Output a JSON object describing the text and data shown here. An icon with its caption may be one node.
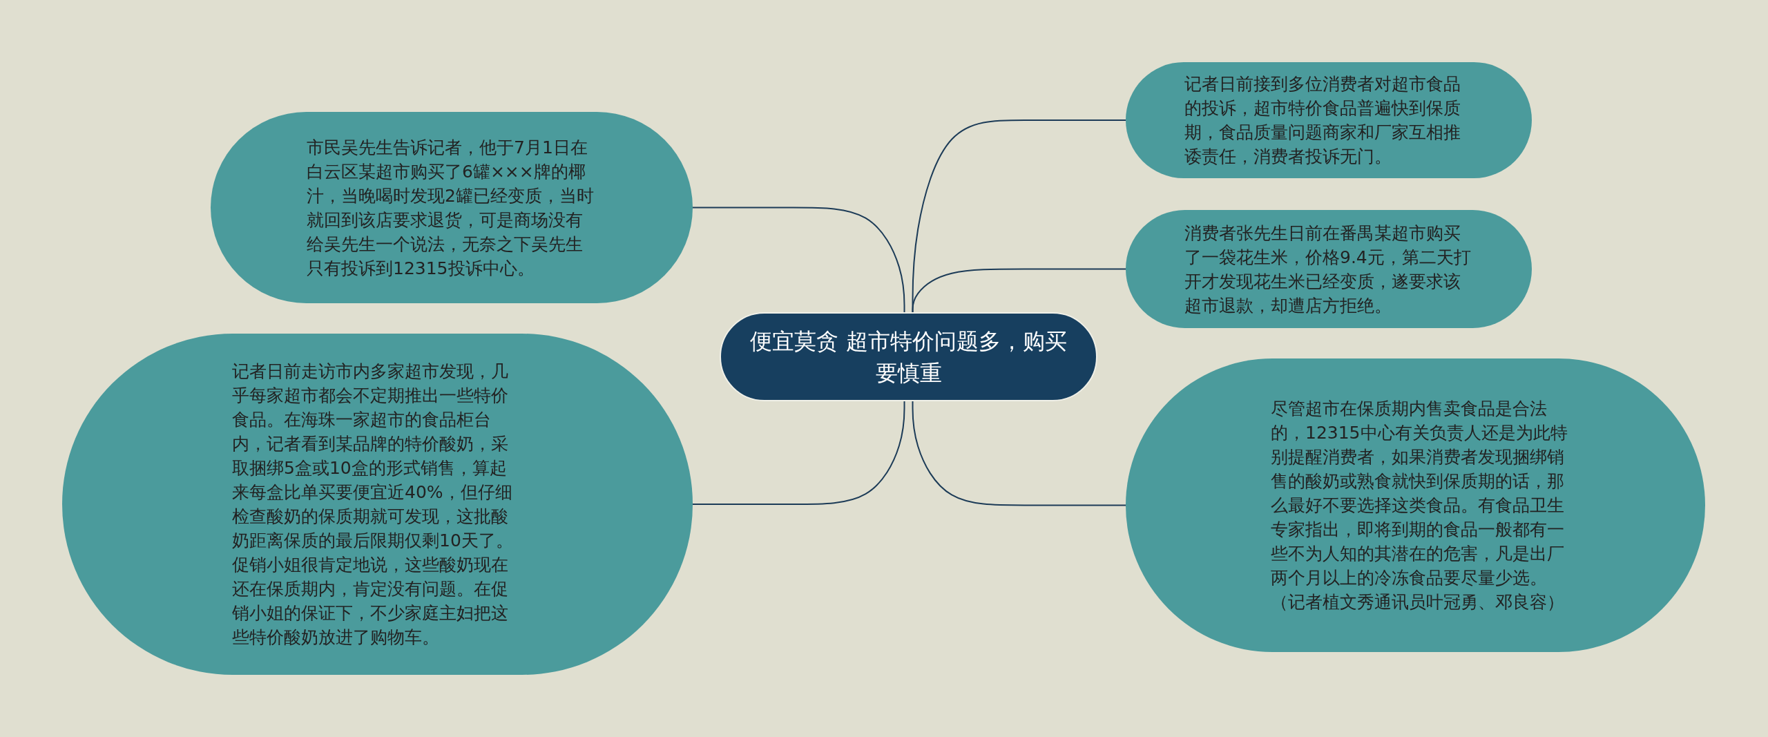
{
  "diagram": {
    "nodes": [
      {
        "text": [
          "便宜莫贪 超市特价问题多，购买要慎重"
        ]
      },
      {
        "text": [
          "市民吴先生告诉记者，他于7月1日在白云区某超市购买了6罐×××牌的椰汁，当晚喝时发现2罐已经变质，当时就回到该店要求退货，可是商场没有给吴先生一个说法，无奈之下吴先生只有投诉到12315投诉中心。"
        ]
      },
      {
        "text": [
          "记者日前走访市内多家超市发现，几乎每家超市都会不定期推出一些特价食品。在海珠一家超市的食品柜台内，记者看到某品牌的特价酸奶，采取捆绑5盒或10盒的形式销售，算起来每盒比单买要便宜近40%，但仔细检查酸奶的保质期就可发现，这批酸奶距离保质的最后限期仅剩10天了。促销小姐很肯定地说，这些酸奶现在还在保质期内，肯定没有问题。在促销小姐的保证下，不少家庭主妇把这些特价酸奶放进了购物车。"
        ]
      },
      {
        "text": [
          "记者日前接到多位消费者对超市食品的投诉，超市特价食品普遍快到保质期，食品质量问题商家和厂家互相推诿责任，消费者投诉无门。"
        ]
      },
      {
        "text": [
          "消费者张先生日前在番禺某超市购买了一袋花生米，价格9.4元，第二天打开才发现花生米已经变质，遂要求该超市退款，却遭店方拒绝。"
        ]
      },
      {
        "text": [
          "尽管超市在保质期内售卖食品是合法的，12315中心有关负责人还是为此特别提醒消费者，如果消费者发现捆绑销售的酸奶或熟食就快到保质期的话，那么最好不要选择这类食品。有食品卫生专家指出，即将到期的食品一般都有一些不为人知的其潜在的危害，凡是出厂两个月以上的冷冻食品要尽量少选。（记者植文秀通讯员叶冠勇、邓良容）"
        ]
      }
    ],
    "edges": [
      {
        "from": 0,
        "to": 1,
        "arrow": "none"
      },
      {
        "from": 0,
        "to": 2,
        "arrow": "none"
      },
      {
        "from": 0,
        "to": 3,
        "arrow": "none"
      },
      {
        "from": 0,
        "to": 4,
        "arrow": "none"
      },
      {
        "from": 0,
        "to": 5,
        "arrow": "none"
      }
    ]
  }
}
